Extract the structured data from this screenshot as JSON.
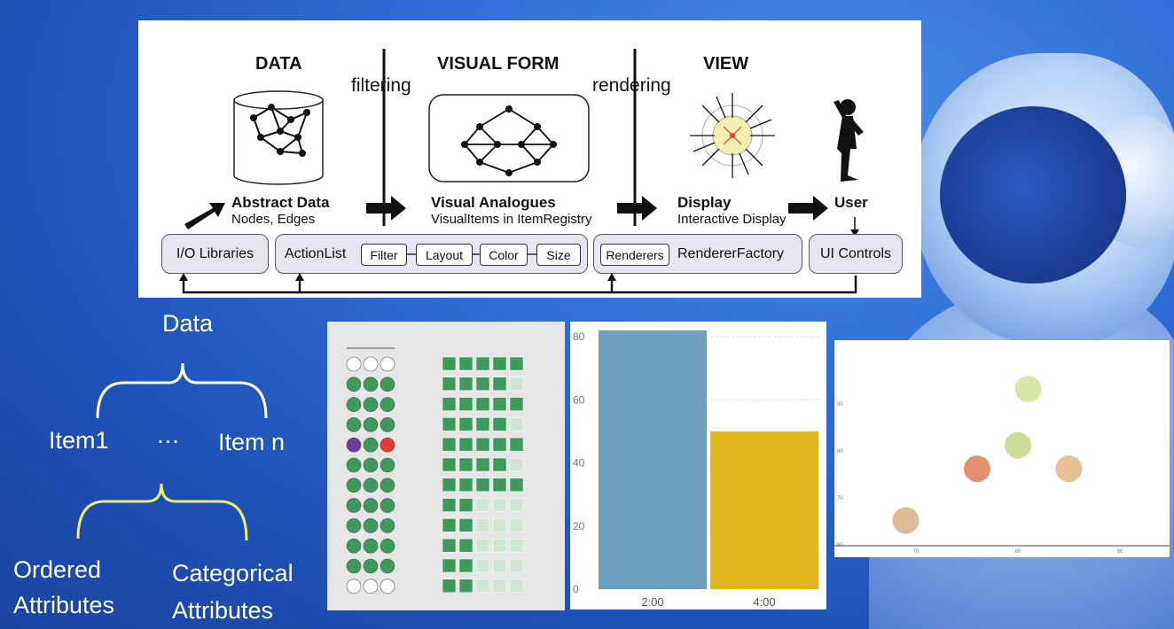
{
  "diagram": {
    "stages": {
      "data": "DATA",
      "visual_form": "VISUAL FORM",
      "view": "VIEW"
    },
    "transitions": {
      "filtering": "filtering",
      "rendering": "rendering"
    },
    "abstract_data": {
      "title": "Abstract Data",
      "subtitle": "Nodes, Edges"
    },
    "visual_analogues": {
      "title": "Visual Analogues",
      "subtitle": "VisualItems in ItemRegistry"
    },
    "display": {
      "title": "Display",
      "subtitle": "Interactive Display"
    },
    "user": "User",
    "io_libraries": "I/O Libraries",
    "action_list": {
      "label": "ActionList",
      "chips": [
        "Filter",
        "Layout",
        "Color",
        "Size"
      ]
    },
    "renderers": "Renderers",
    "renderer_factory": "RendererFactory",
    "ui_controls": "UI Controls"
  },
  "tree": {
    "root": "Data",
    "item1": "Item1",
    "ellipsis": "…",
    "itemn": "Item n",
    "ordered": [
      "Ordered",
      "Attributes"
    ],
    "categorical": [
      "Categorical",
      "Attributes"
    ]
  },
  "colors": {
    "accent_green": "#3e9a5b",
    "bar_blue": "#6b9fbd",
    "bar_yellow": "#e0b81e",
    "tree_yellow": "#f2ee6a"
  },
  "chart_data": [
    {
      "type": "bar",
      "categories": [
        "2:00",
        "4:00"
      ],
      "values": [
        82,
        50
      ],
      "ylim": [
        0,
        82
      ],
      "yticks": [
        0,
        20,
        40,
        60,
        80
      ],
      "grid": true
    },
    {
      "type": "scatter",
      "x": [
        69,
        76,
        80,
        81,
        85
      ],
      "y": [
        65,
        76,
        81,
        93,
        76
      ],
      "yticks": [
        60,
        70,
        80,
        90
      ],
      "xticks": [
        70,
        80,
        90
      ]
    }
  ]
}
